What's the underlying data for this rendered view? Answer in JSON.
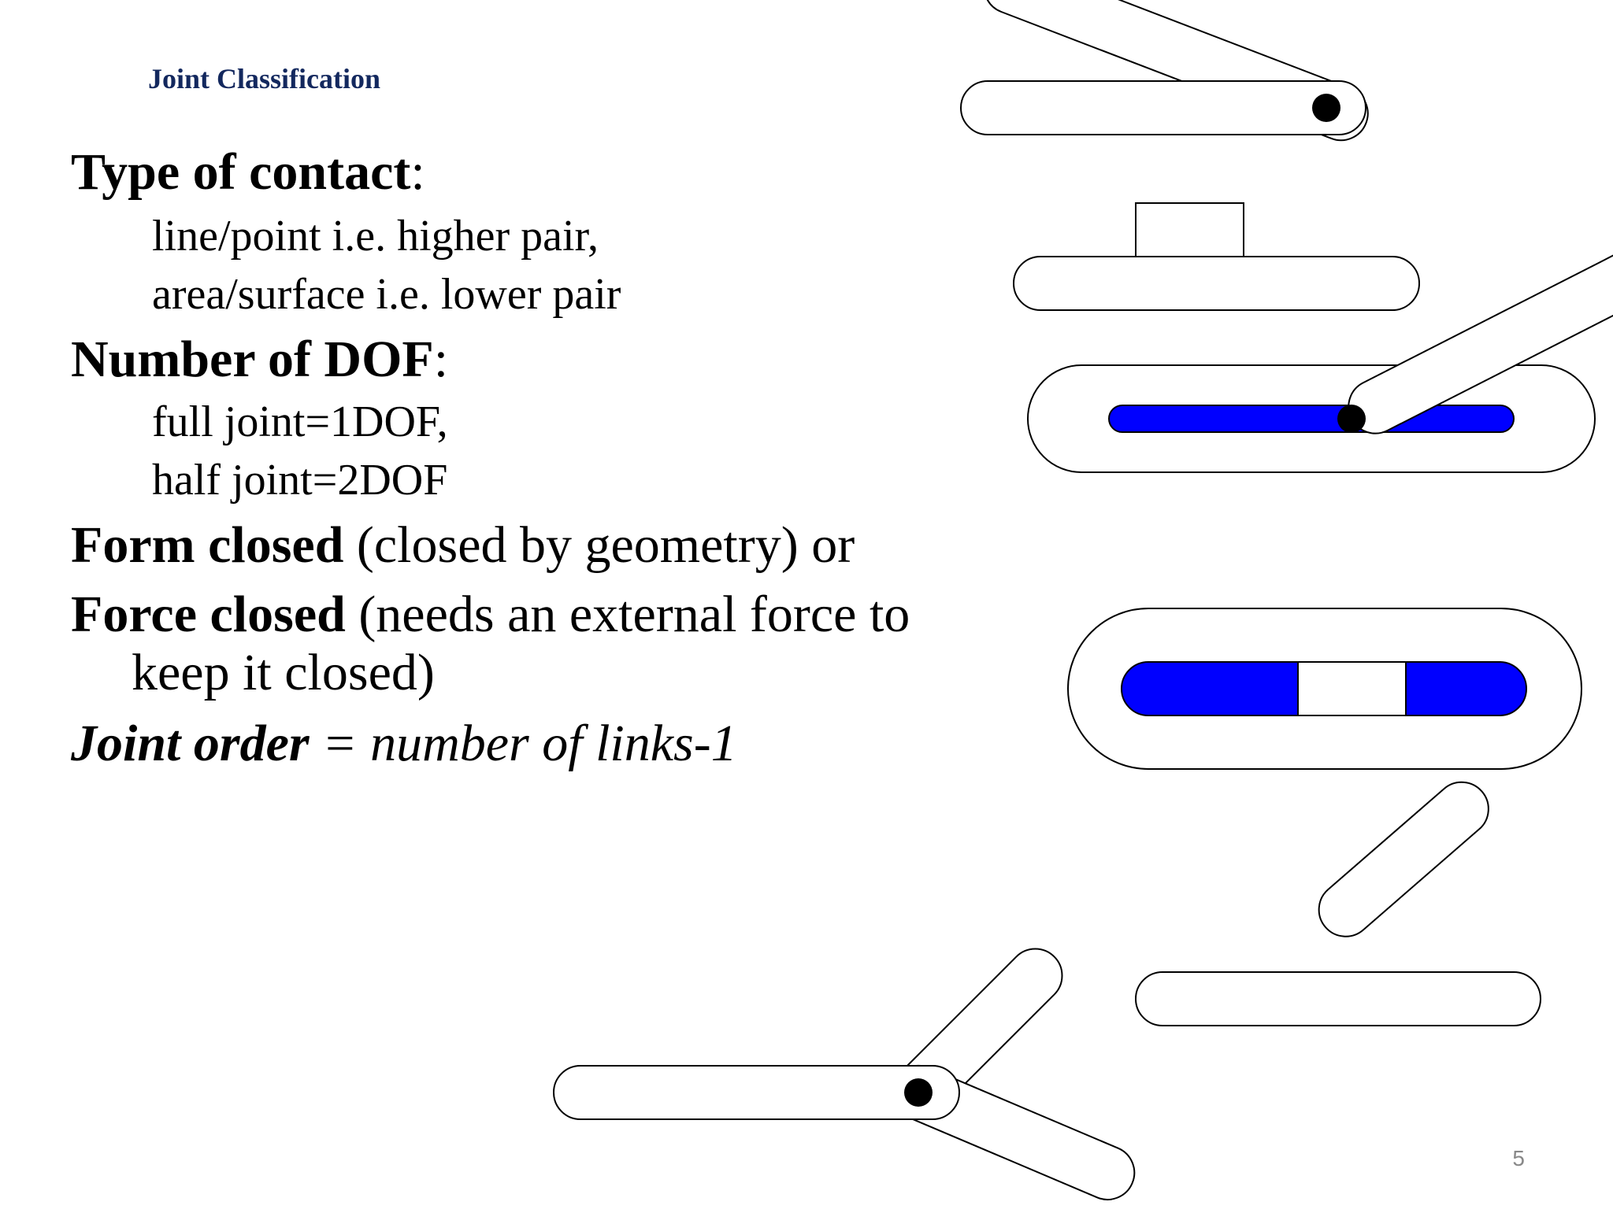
{
  "title": "Joint Classification",
  "contact": {
    "heading": "Type of contact",
    "colon": ":",
    "items": [
      "line/point i.e. higher pair,",
      "area/surface i.e. lower pair"
    ]
  },
  "dof": {
    "heading": "Number of DOF",
    "colon": ":",
    "items": [
      "full joint=1DOF,",
      "half joint=2DOF"
    ]
  },
  "form_closed": {
    "term": "Form closed",
    "description": " (closed by geometry) or"
  },
  "force_closed": {
    "term": "Force closed",
    "description": " (needs an external force to",
    "continuation": "keep it closed)"
  },
  "joint_order": {
    "term": "Joint order",
    "formula": " = number of links-1"
  },
  "page_number": "5",
  "colors": {
    "title": "#13285e",
    "slot_fill": "#0000ff",
    "outline": "#000000",
    "pin": "#000000",
    "page_number": "#888888"
  }
}
